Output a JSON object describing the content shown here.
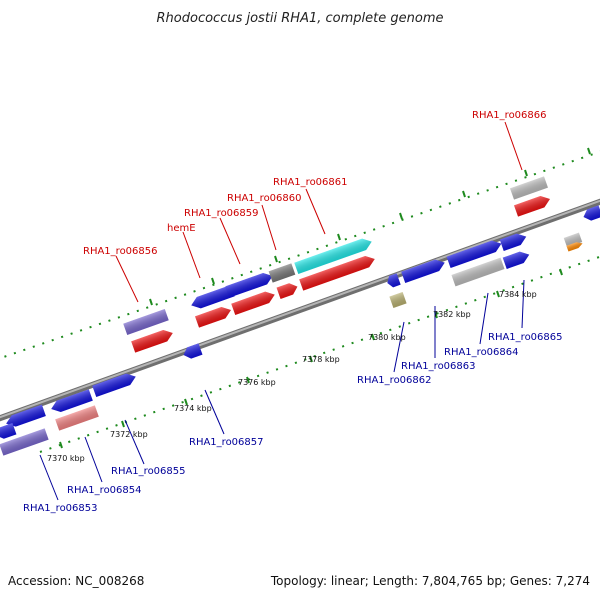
{
  "header": {
    "title": "Rhodococcus jostii RHA1, complete genome"
  },
  "footer": {
    "accession": "Accession: NC_008268",
    "summary": "Topology: linear; Length: 7,804,765 bp; Genes: 7,274"
  },
  "scale_labels": [
    "7370 kbp",
    "7372 kbp",
    "7374 kbp",
    "7376 kbp",
    "7378 kbp",
    "7380 kbp",
    "7382 kbp",
    "7384 kbp"
  ],
  "gene_labels": {
    "top": [
      "RHA1_ro06856",
      "hemE",
      "RHA1_ro06859",
      "RHA1_ro06860",
      "RHA1_ro06861",
      "RHA1_ro06866"
    ],
    "bottom": [
      "RHA1_ro06853",
      "RHA1_ro06854",
      "RHA1_ro06855",
      "RHA1_ro06857",
      "RHA1_ro06862",
      "RHA1_ro06863",
      "RHA1_ro06864",
      "RHA1_ro06865"
    ]
  },
  "colors": {
    "backbone": "#8a8a8a",
    "tick": "#1e8a1e",
    "forward_gene": "#ee1111",
    "reverse_gene": "#1111dd",
    "cyan_gene": "#22e6e6",
    "grey_gene": "#bbbbbb",
    "dark_grey_gene": "#777777",
    "pink_gene": "#f08080",
    "slate_gene": "#7766cc",
    "olive_gene": "#b8b070",
    "orange_gene": "#ff8800",
    "top_label": "#cc0000",
    "bottom_label": "#000099"
  }
}
